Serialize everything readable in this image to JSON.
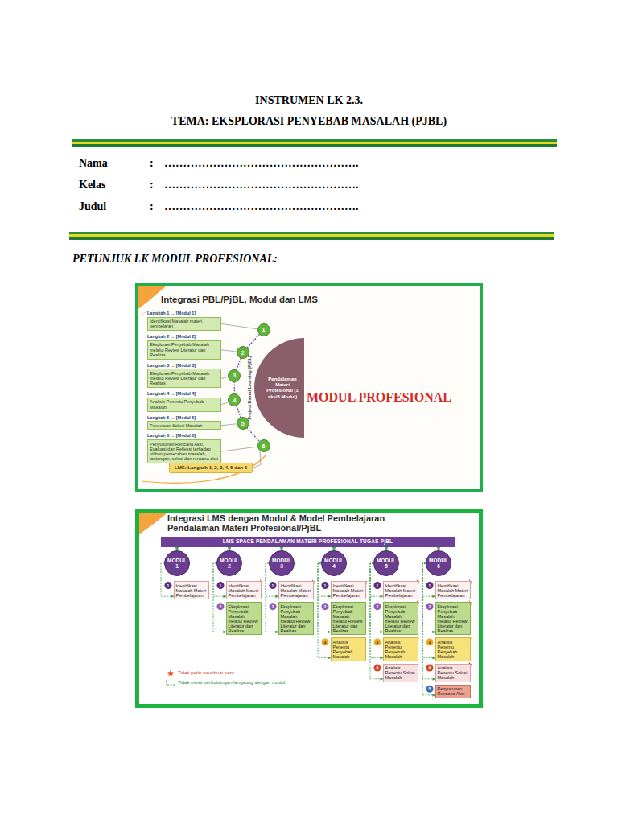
{
  "diagram": {
    "title": "INSTRUMEN LK 2.3.",
    "nodes": [
      {
        "text": [
          "Integrasi PBL/PjBL, Modul dan LMS"
        ]
      },
      {
        "text": [
          "Langkah 1 → [Modul 1]",
          "Identifikasi Masalah materi pembelaran"
        ],
        "in": 0
      },
      {
        "text": [
          "Langkah 2 → [Modul 2]",
          "Eksplorasi Penyebab Masalah melalui Review Literatur dan Realitas"
        ],
        "in": 0
      },
      {
        "text": [
          "Langkah 3 → [Modul 3]",
          "Eksplorasi Penyebab Masalah melalui Review Literatur dan Realitas"
        ],
        "in": 0
      },
      {
        "text": [
          "Langkah 4 → [Modul 4]",
          "Analisis Penentu Penyebab Masalah"
        ],
        "in": 0
      },
      {
        "text": [
          "Langkah 5 → [Modul 5]",
          "Penentuan Solusi Masalah"
        ],
        "in": 0
      },
      {
        "text": [
          "Langkah 6 → [Modul 6]",
          "Penyusunan Rencana Aksi, Evaluasi dan Refleksi terhadap pilihan pemecahan masalah, tantangan, solusi dan rencana aksi"
        ],
        "in": 0
      },
      {
        "text": [
          "1"
        ],
        "in": 0
      },
      {
        "text": [
          "2"
        ],
        "in": 0
      },
      {
        "text": [
          "3"
        ],
        "in": 0
      },
      {
        "text": [
          "4"
        ],
        "in": 0
      },
      {
        "text": [
          "5"
        ],
        "in": 0
      },
      {
        "text": [
          "6"
        ],
        "in": 0
      },
      {
        "text": [
          "Pendalaman Materi Profesional (1 sks/6 Modul)"
        ],
        "in": 0
      },
      {
        "text": [
          "LMS: Langkah 1, 2, 3, 4, 5 dan 6"
        ],
        "in": 0
      },
      {
        "text": [
          "Integrasi LMS dengan Modul & Model Pembelajaran Pendalaman Materi Profesional/PjBL"
        ]
      },
      {
        "text": [
          "LMS SPACE PENDALAMAN MATERI PROFESIONAL TUGAS PjBL"
        ],
        "in": 15
      },
      {
        "text": [
          "MODUL 1"
        ],
        "in": 15
      },
      {
        "text": [
          "MODUL 2"
        ],
        "in": 15
      },
      {
        "text": [
          "MODUL 3"
        ],
        "in": 15
      },
      {
        "text": [
          "MODUL 4"
        ],
        "in": 15
      },
      {
        "text": [
          "MODUL 5"
        ],
        "in": 15
      },
      {
        "text": [
          "MODUL 6"
        ],
        "in": 15
      },
      {
        "text": [
          "Identifikasi Masalah Materi Pembelajaran"
        ],
        "in": 15
      },
      {
        "text": [
          "Identifikasi Masalah Materi Pembelajaran"
        ],
        "in": 15
      },
      {
        "text": [
          "Eksplorasi Penyebab Masalah melalui Review Literatur dan Realitas"
        ],
        "in": 15
      },
      {
        "text": [
          "Identifikasi Masalah Materi Pembelajaran"
        ],
        "in": 15
      },
      {
        "text": [
          "Eksplorasi Penyebab Masalah melalui Review Literatur dan Realitas"
        ],
        "in": 15
      },
      {
        "text": [
          "Identifikasi Masalah Materi Pembelajaran"
        ],
        "in": 15
      },
      {
        "text": [
          "Eksplorasi Penyebab Masalah melalui Review Literatur dan Realitas"
        ],
        "in": 15
      },
      {
        "text": [
          "Analisis Penentu Penyebab Masalah"
        ],
        "in": 15
      },
      {
        "text": [
          "Identifikasi Masalah Materi Pembelajaran"
        ],
        "in": 15
      },
      {
        "text": [
          "Eksplorasi Penyebab Masalah melalui Review Literatur dan Realitas"
        ],
        "in": 15
      },
      {
        "text": [
          "Analisis Penentu Penyebab Masalah"
        ],
        "in": 15
      },
      {
        "text": [
          "Analisis Penentu Solusi Masalah"
        ],
        "in": 15
      },
      {
        "text": [
          "Identifikasi Masalah Materi Pembelajaran"
        ],
        "in": 15
      },
      {
        "text": [
          "Eksplorasi Penyebab Masalah melalui Review Literatur dan Realitas"
        ],
        "in": 15
      },
      {
        "text": [
          "Analisis Penentu Penyebab Masalah"
        ],
        "in": 15
      },
      {
        "text": [
          "Analisis Penentu Solusi Masalah"
        ],
        "in": 15
      },
      {
        "text": [
          "Penyusunan Rencana Aksi"
        ],
        "in": 15
      }
    ],
    "edges": [
      {
        "from": 1,
        "to": 7,
        "arrow": "none"
      },
      {
        "from": 2,
        "to": 8,
        "arrow": "none"
      },
      {
        "from": 3,
        "to": 9,
        "arrow": "none"
      },
      {
        "from": 4,
        "to": 10,
        "arrow": "none"
      },
      {
        "from": 5,
        "to": 11,
        "arrow": "none"
      },
      {
        "from": 6,
        "to": 12,
        "arrow": "none"
      },
      {
        "from": 7,
        "to": 8,
        "arrow": "none"
      },
      {
        "from": 8,
        "to": 9,
        "arrow": "none"
      },
      {
        "from": 9,
        "to": 10,
        "arrow": "none"
      },
      {
        "from": 10,
        "to": 11,
        "arrow": "none"
      },
      {
        "from": 11,
        "to": 12,
        "arrow": "none"
      },
      {
        "from": 14,
        "to": 12,
        "arrow": "none"
      },
      {
        "from": 16,
        "to": 17,
        "arrow": "to"
      },
      {
        "from": 16,
        "to": 18,
        "arrow": "to"
      },
      {
        "from": 16,
        "to": 19,
        "arrow": "to"
      },
      {
        "from": 16,
        "to": 20,
        "arrow": "to"
      },
      {
        "from": 16,
        "to": 21,
        "arrow": "to"
      },
      {
        "from": 16,
        "to": 22,
        "arrow": "to"
      },
      {
        "from": 17,
        "to": 23,
        "arrow": "to"
      },
      {
        "from": 18,
        "to": 24,
        "arrow": "to"
      },
      {
        "from": 18,
        "to": 25,
        "arrow": "to"
      },
      {
        "from": 19,
        "to": 26,
        "arrow": "to"
      },
      {
        "from": 19,
        "to": 27,
        "arrow": "to"
      },
      {
        "from": 20,
        "to": 28,
        "arrow": "to"
      },
      {
        "from": 20,
        "to": 29,
        "arrow": "to"
      },
      {
        "from": 20,
        "to": 30,
        "arrow": "to"
      },
      {
        "from": 21,
        "to": 31,
        "arrow": "to"
      },
      {
        "from": 21,
        "to": 32,
        "arrow": "to"
      },
      {
        "from": 21,
        "to": 33,
        "arrow": "to"
      },
      {
        "from": 21,
        "to": 34,
        "arrow": "to"
      },
      {
        "from": 22,
        "to": 35,
        "arrow": "to"
      },
      {
        "from": 22,
        "to": 36,
        "arrow": "to"
      },
      {
        "from": 22,
        "to": 37,
        "arrow": "to"
      },
      {
        "from": 22,
        "to": 38,
        "arrow": "to"
      },
      {
        "from": 22,
        "to": 39,
        "arrow": "to"
      }
    ],
    "labels": [
      "TEMA: EKSPLORASI PENYEBAB MASALAH (PJBL)",
      "Nama",
      ":",
      "…………………………………………….",
      "Kelas",
      ":",
      "…………………………………………….",
      "Judul",
      ":",
      "…………………………………………….",
      "PETUNJUK LK MODUL PROFESIONAL:",
      "Project Based Learning (PjBL)",
      "MODUL PROFESIONAL",
      "1",
      "1",
      "2",
      "1",
      "2",
      "1",
      "2",
      "3",
      "1",
      "2",
      "3",
      "4",
      "1",
      "2",
      "3",
      "4",
      "5"
    ],
    "legend": [
      {
        "text": "Tidak perlu membuat baru"
      },
      {
        "text": "Tidak mesti berhubungan langsung dengan modul"
      }
    ]
  }
}
